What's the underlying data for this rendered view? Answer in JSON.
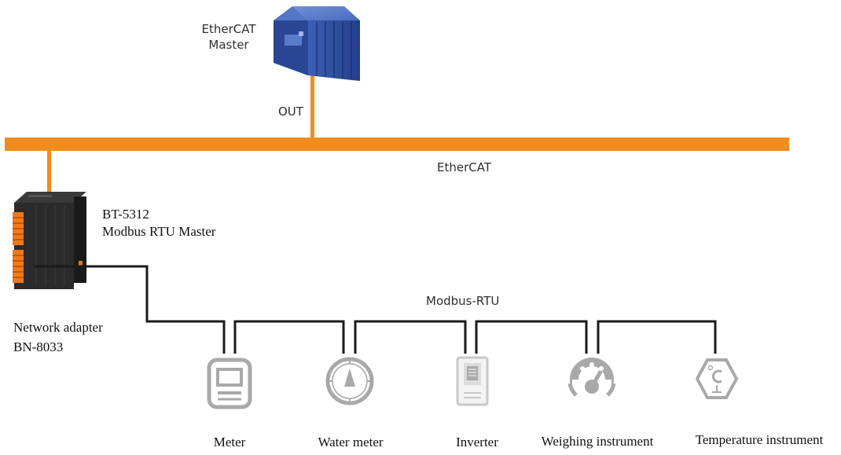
{
  "master": {
    "label_line1": "EtherCAT",
    "label_line2": "Master",
    "port_label": "OUT"
  },
  "bus": {
    "label": "EtherCAT",
    "color": "#F28C1E"
  },
  "module": {
    "line1": "BT-5312",
    "line2": "Modbus RTU Master"
  },
  "adapter": {
    "line1": "Network adapter",
    "line2": "BN-8033"
  },
  "field_bus": {
    "label": "Modbus-RTU"
  },
  "devices": [
    {
      "label": "Meter",
      "icon": "meter-icon"
    },
    {
      "label": "Water meter",
      "icon": "water-meter-icon"
    },
    {
      "label": "Inverter",
      "icon": "inverter-icon"
    },
    {
      "label": "Weighing instrument",
      "icon": "weighing-instrument-icon"
    },
    {
      "label": "Temperature instrument",
      "icon": "temperature-instrument-icon"
    }
  ],
  "colors": {
    "device_gray": "#A9A9A9",
    "master_blue": "#2B4C9B",
    "rtu_line": "#1A1A1A"
  }
}
